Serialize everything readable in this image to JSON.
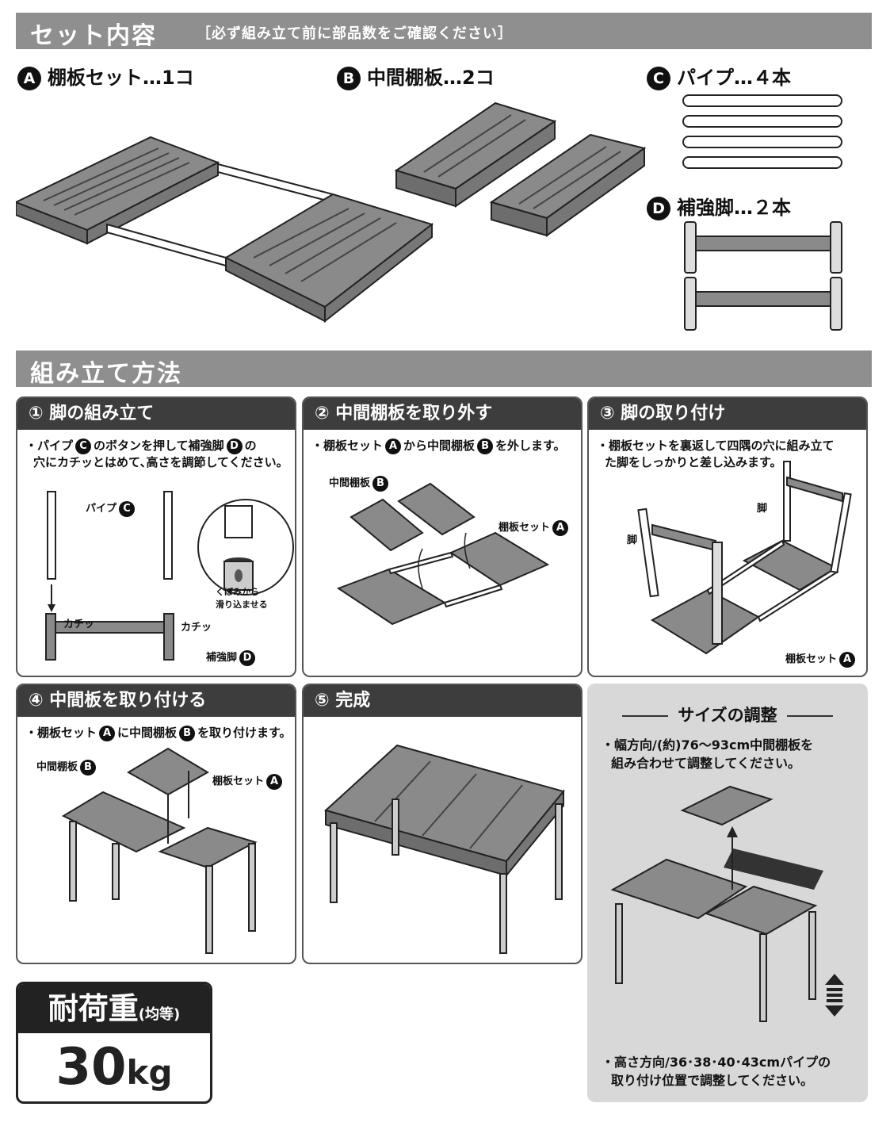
{
  "set_contents": {
    "title": "セット内容",
    "note": "［必ず組み立て前に部品数をご確認ください］",
    "parts": [
      {
        "badge": "A",
        "label": "棚板セット…1コ"
      },
      {
        "badge": "B",
        "label": "中間棚板…2コ"
      },
      {
        "badge": "C",
        "label": "パイプ…４本"
      },
      {
        "badge": "D",
        "label": "補強脚…２本"
      }
    ]
  },
  "assembly": {
    "title": "組み立て方法",
    "steps": [
      {
        "title": "① 脚の組み立て",
        "desc_1": "・パイプ",
        "desc_2": "のボタンを押して補強脚",
        "desc_3": "の",
        "desc_4": "穴にカチッとはめて､高さを調節してください。",
        "callouts": {
          "pipe": "パイプ",
          "click_1": "カチッ",
          "click_2": "カチッ",
          "brace": "補強脚",
          "hollow": "くぼみから",
          "slide": "滑り込ませる"
        }
      },
      {
        "title": "② 中間棚板を取り外す",
        "desc_1": "・棚板セット",
        "desc_2": "から中間棚板",
        "desc_3": "を外します。",
        "callouts": {
          "mid_shelf": "中間棚板",
          "shelf_set": "棚板セット"
        }
      },
      {
        "title": "③ 脚の取り付け",
        "desc_1": "・棚板セットを裏返して四隅の穴に組み立て",
        "desc_2": "た脚をしっかりと差し込みます。",
        "callouts": {
          "leg_1": "脚",
          "leg_2": "脚",
          "shelf_set": "棚板セット"
        }
      },
      {
        "title": "④ 中間板を取り付ける",
        "desc_1": "・棚板セット",
        "desc_2": "に中間棚板",
        "desc_3": "を取り付けます。",
        "callouts": {
          "mid_shelf": "中間棚板",
          "shelf_set": "棚板セット"
        }
      },
      {
        "title": "⑤ 完成"
      }
    ]
  },
  "size_adjust": {
    "title": "サイズの調整",
    "width_1": "・幅方向/(約)76～93cm中間棚板を",
    "width_2": "組み合わせて調整してください。",
    "height_1": "・高さ方向/36･38･40･43cmパイプの",
    "height_2": "取り付け位置で調整してください。"
  },
  "load": {
    "label": "耐荷重",
    "qualifier": "(均等)",
    "value": "30",
    "unit": "kg"
  },
  "colors": {
    "section_bar": "#8f8f8f",
    "step_header": "#3d3d3d",
    "panel_bg": "#d8d8d8",
    "shelf_gray": "#8a8a8a"
  }
}
